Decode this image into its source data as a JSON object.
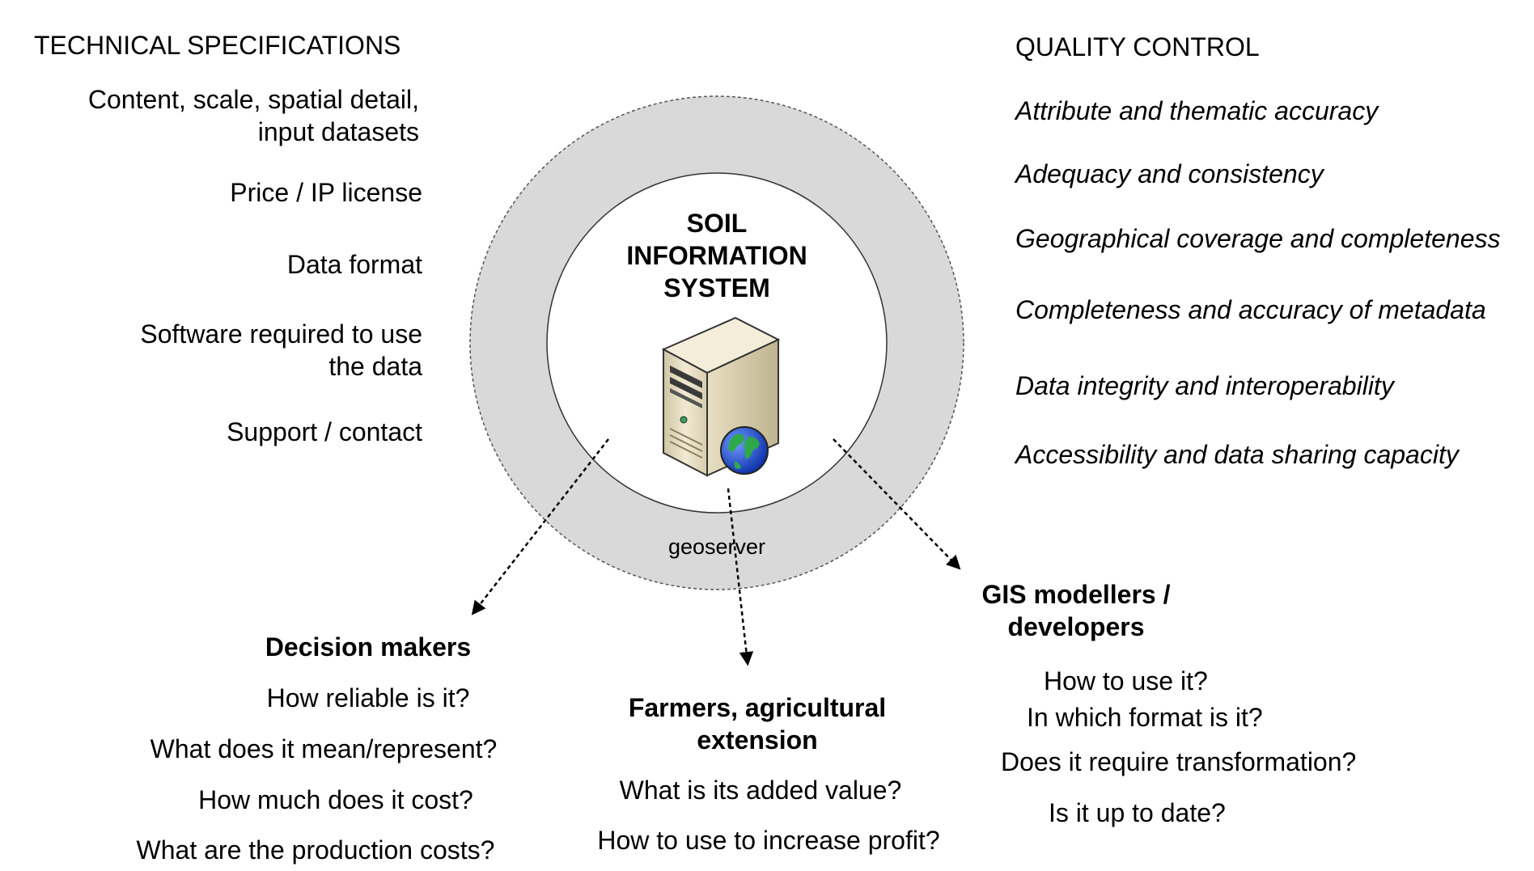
{
  "technical": {
    "heading": "TECHNICAL SPECIFICATIONS",
    "items": [
      "Content, scale, spatial detail,\ninput datasets",
      "Price / IP license",
      "Data format",
      "Software required to use\nthe data",
      "Support / contact"
    ]
  },
  "quality": {
    "heading": "QUALITY CONTROL",
    "items": [
      "Attribute and thematic accuracy",
      "Adequacy and consistency",
      "Geographical coverage and completeness",
      "Completeness and accuracy of metadata",
      "Data integrity and interoperability",
      "Accessibility and data sharing capacity"
    ]
  },
  "center": {
    "title": "SOIL\nINFORMATION\nSYSTEM",
    "ring_label": "geoserver"
  },
  "audiences": {
    "decision": {
      "title": "Decision makers",
      "questions": [
        "How reliable is it?",
        "What does it mean/represent?",
        "How much does it cost?",
        "What are the production costs?"
      ]
    },
    "farmers": {
      "title": "Farmers, agricultural\nextension",
      "questions": [
        "What is its added value?",
        "How to use to increase profit?"
      ]
    },
    "gis": {
      "title": "GIS modellers /\ndevelopers",
      "questions": [
        "How to use it?",
        "In which format is it?",
        "Does it require transformation?",
        "Is it up to date?"
      ]
    }
  },
  "icons": {
    "server": "server-icon",
    "globe": "globe-icon"
  },
  "colors": {
    "ring": "#d9d9d9",
    "server_body": "#e8e0c8",
    "globe_blue": "#1d4fd8",
    "globe_green": "#2ea84a"
  }
}
